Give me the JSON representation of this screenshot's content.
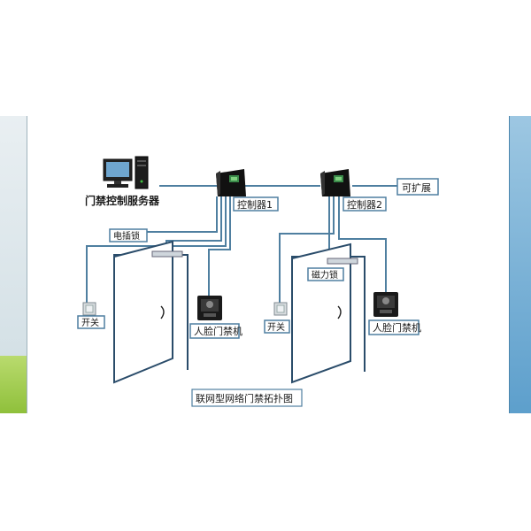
{
  "labels": {
    "server": "门禁控制服务器",
    "controller1": "控制器1",
    "controller2": "控制器2",
    "expandable": "可扩展",
    "lock1": "电插锁",
    "lock2": "磁力锁",
    "switch1": "开关",
    "switch2": "开关",
    "face_terminal1": "人脸门禁机",
    "face_terminal2": "人脸门禁机",
    "caption": "联网型网络门禁拓扑图"
  },
  "colors": {
    "wire": "#4f7fa0",
    "wire_dark": "#2f5f80",
    "door_frame": "#2a4c6a",
    "controller_body": "#111111",
    "controller_accent": "#3a8a4a",
    "side_green": "#8fc03b",
    "side_blue": "#5d9fcc"
  },
  "icons": {
    "server": "desktop-computer-icon",
    "controller": "access-controller-icon",
    "face_terminal": "face-recognition-terminal-icon",
    "switch": "exit-button-icon",
    "lock": "door-lock-icon"
  }
}
